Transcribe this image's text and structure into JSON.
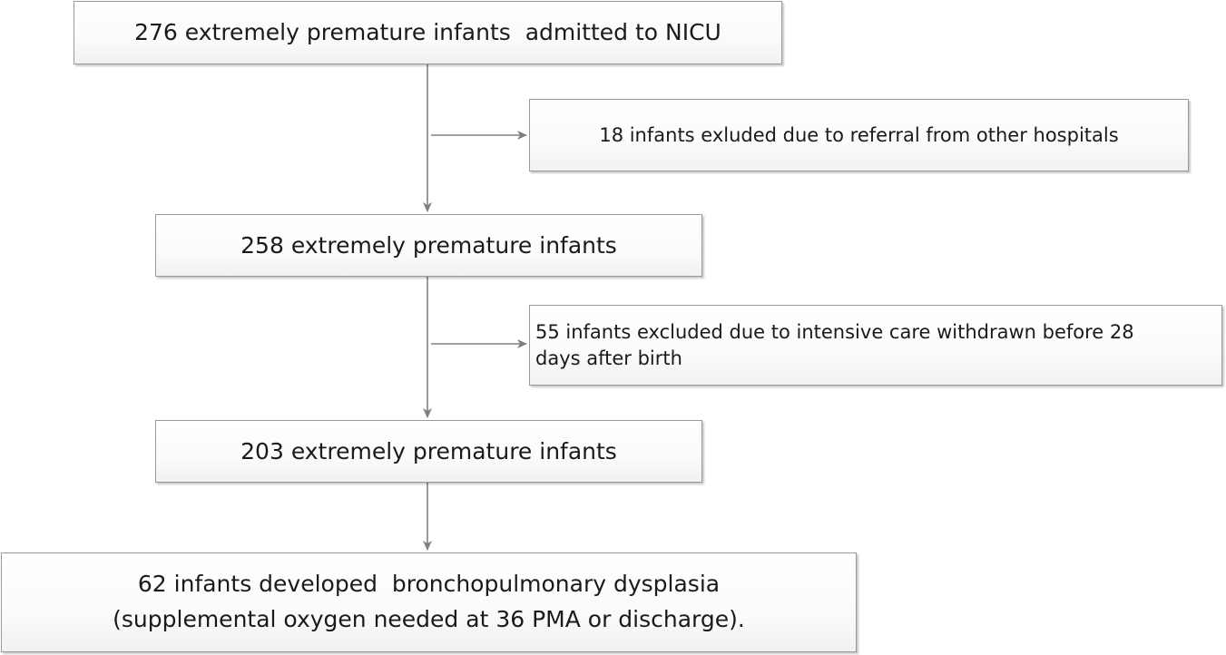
{
  "flowchart": {
    "nodes": [
      {
        "id": "b1",
        "text": "276 extremely premature infants  admitted to NICU"
      },
      {
        "id": "b2",
        "text": "18 infants exluded due to referral from other hospitals"
      },
      {
        "id": "b3",
        "text": "258 extremely premature infants"
      },
      {
        "id": "b4",
        "lines": [
          "55 infants excluded due to intensive care withdrawn before 28",
          "days after birth"
        ]
      },
      {
        "id": "b5",
        "text": "203 extremely premature infants"
      },
      {
        "id": "b6",
        "lines": [
          "62 infants developed  bronchopulmonary dysplasia",
          "(supplemental oxygen needed at 36 PMA or discharge)."
        ]
      }
    ],
    "edges": [
      {
        "from": "b1",
        "to": "b3",
        "type": "main-flow"
      },
      {
        "from": "b1-b3-line",
        "to": "b2",
        "type": "exclusion"
      },
      {
        "from": "b3",
        "to": "b5",
        "type": "main-flow"
      },
      {
        "from": "b3-b5-line",
        "to": "b4",
        "type": "exclusion"
      },
      {
        "from": "b5",
        "to": "b6",
        "type": "main-flow"
      }
    ],
    "colors": {
      "border": "#9a9a9a",
      "connector": "#808080",
      "text": "#1a1a1a"
    }
  }
}
